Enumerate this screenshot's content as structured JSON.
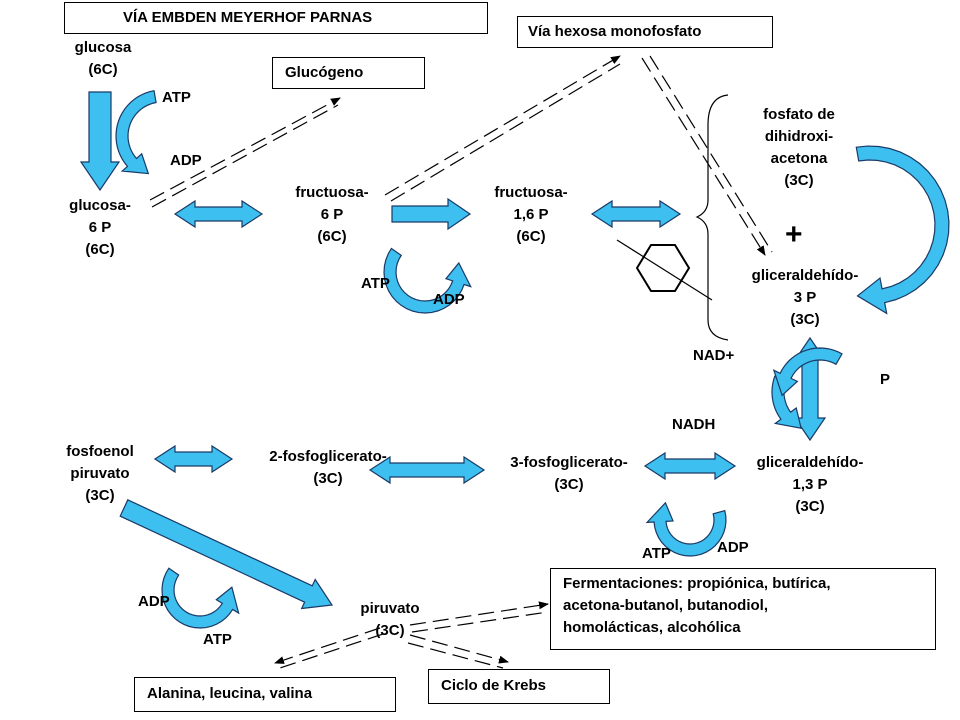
{
  "title": "VÍA EMBDEN MEYERHOF PARNAS",
  "colors": {
    "arrow_fill": "#3DBFF0",
    "arrow_stroke": "#1a3a66",
    "text": "#000000"
  },
  "boxes": {
    "hexose": "Vía hexosa monofosfato",
    "glycogen": "Glucógeno",
    "fermentations": [
      "Fermentaciones: propiónica, butírica,",
      "acetona-butanol, butanodiol,",
      "homolácticas, alcohólica"
    ],
    "amino_acids": "Alanina, leucina, valina",
    "krebs": "Ciclo de Krebs"
  },
  "metabolites": {
    "glucose": [
      "glucosa",
      "(6C)"
    ],
    "glucose6p": [
      "glucosa-",
      "6 P",
      "(6C)"
    ],
    "fructose6p": [
      "fructuosa-",
      "6 P",
      "(6C)"
    ],
    "fructose16bp": [
      "fructuosa-",
      "1,6 P",
      "(6C)"
    ],
    "dhap": [
      "fosfato de",
      "dihidroxi-",
      "acetona",
      "(3C)"
    ],
    "g3p": [
      "gliceraldehído-",
      "3 P",
      "(3C)"
    ],
    "bpg13": [
      "gliceraldehído-",
      "1,3 P",
      "(3C)"
    ],
    "pg3": [
      "3-fosfoglicerato-",
      "(3C)"
    ],
    "pg2": [
      "2-fosfoglicerato-",
      "(3C)"
    ],
    "pep": [
      "fosfoenol",
      "piruvato",
      "(3C)"
    ],
    "pyruvate": [
      "piruvato",
      "(3C)"
    ]
  },
  "cofactors": {
    "atp": "ATP",
    "adp": "ADP",
    "nad_plus": "NAD+",
    "nadh": "NADH",
    "phosphate": "P"
  },
  "plus_sign": "+"
}
